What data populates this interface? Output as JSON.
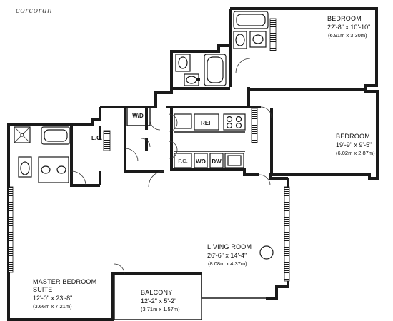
{
  "brand": "corcoran",
  "rooms": {
    "bedroom1": {
      "name": "BEDROOM",
      "dims": "22'-8\" x 10'-10\"",
      "metric": "(6.91m x 3.30m)"
    },
    "bedroom2": {
      "name": "BEDROOM",
      "dims": "19'-9\" x 9'-5\"",
      "metric": "(6.02m x 2.87m)"
    },
    "living": {
      "name": "LIVING ROOM",
      "dims": "26'-6\" x 14'-4\"",
      "metric": "(8.08m x 4.37m)"
    },
    "master": {
      "name_line1": "MASTER BEDROOM",
      "name_line2": "SUITE",
      "dims": "12'-0\" x 23'-8\"",
      "metric": "(3.66m x 7.21m)"
    },
    "balcony": {
      "name": "BALCONY",
      "dims": "12'-2\" x 5'-2\"",
      "metric": "(3.71m x 1.57m)"
    }
  },
  "fixtures": {
    "wd": "W/D",
    "lc": "L.C.",
    "ref": "REF",
    "pc": "P.C.",
    "wo": "WO",
    "dw": "DW"
  }
}
